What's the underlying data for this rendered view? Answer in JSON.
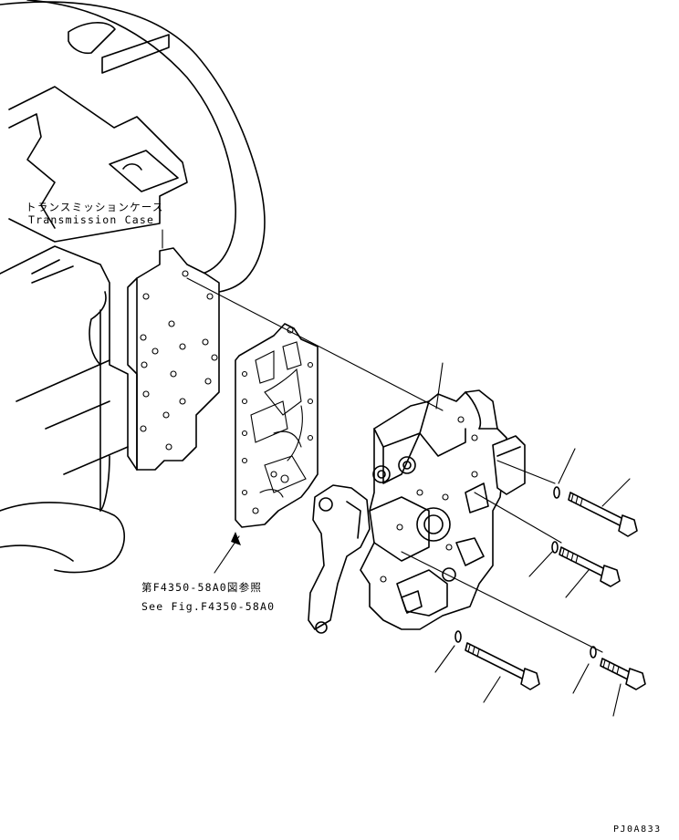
{
  "labels": {
    "case_jp": "トランスミッションケース",
    "case_en": "Transmission Case",
    "ref_jp": "第F4350-58A0図参照",
    "ref_en": "See Fig.F4350-58A0",
    "drawing_code": "PJ0A833"
  }
}
